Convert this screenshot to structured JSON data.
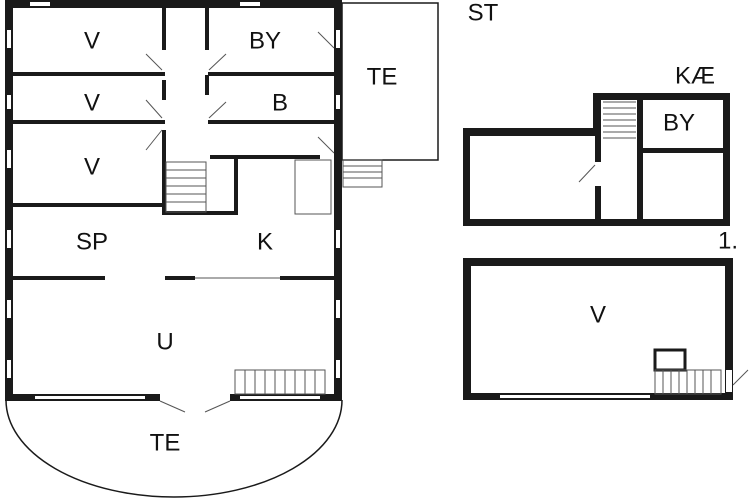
{
  "floors": {
    "ground": {
      "label": "ST"
    },
    "basement": {
      "label": "KÆ"
    },
    "first": {
      "label": "1."
    }
  },
  "rooms": {
    "v1": "V",
    "by1": "BY",
    "te_side": "TE",
    "v2": "V",
    "b": "B",
    "v3": "V",
    "sp": "SP",
    "k": "K",
    "u": "U",
    "te_bottom": "TE",
    "by_basement": "BY",
    "v_first": "V"
  }
}
